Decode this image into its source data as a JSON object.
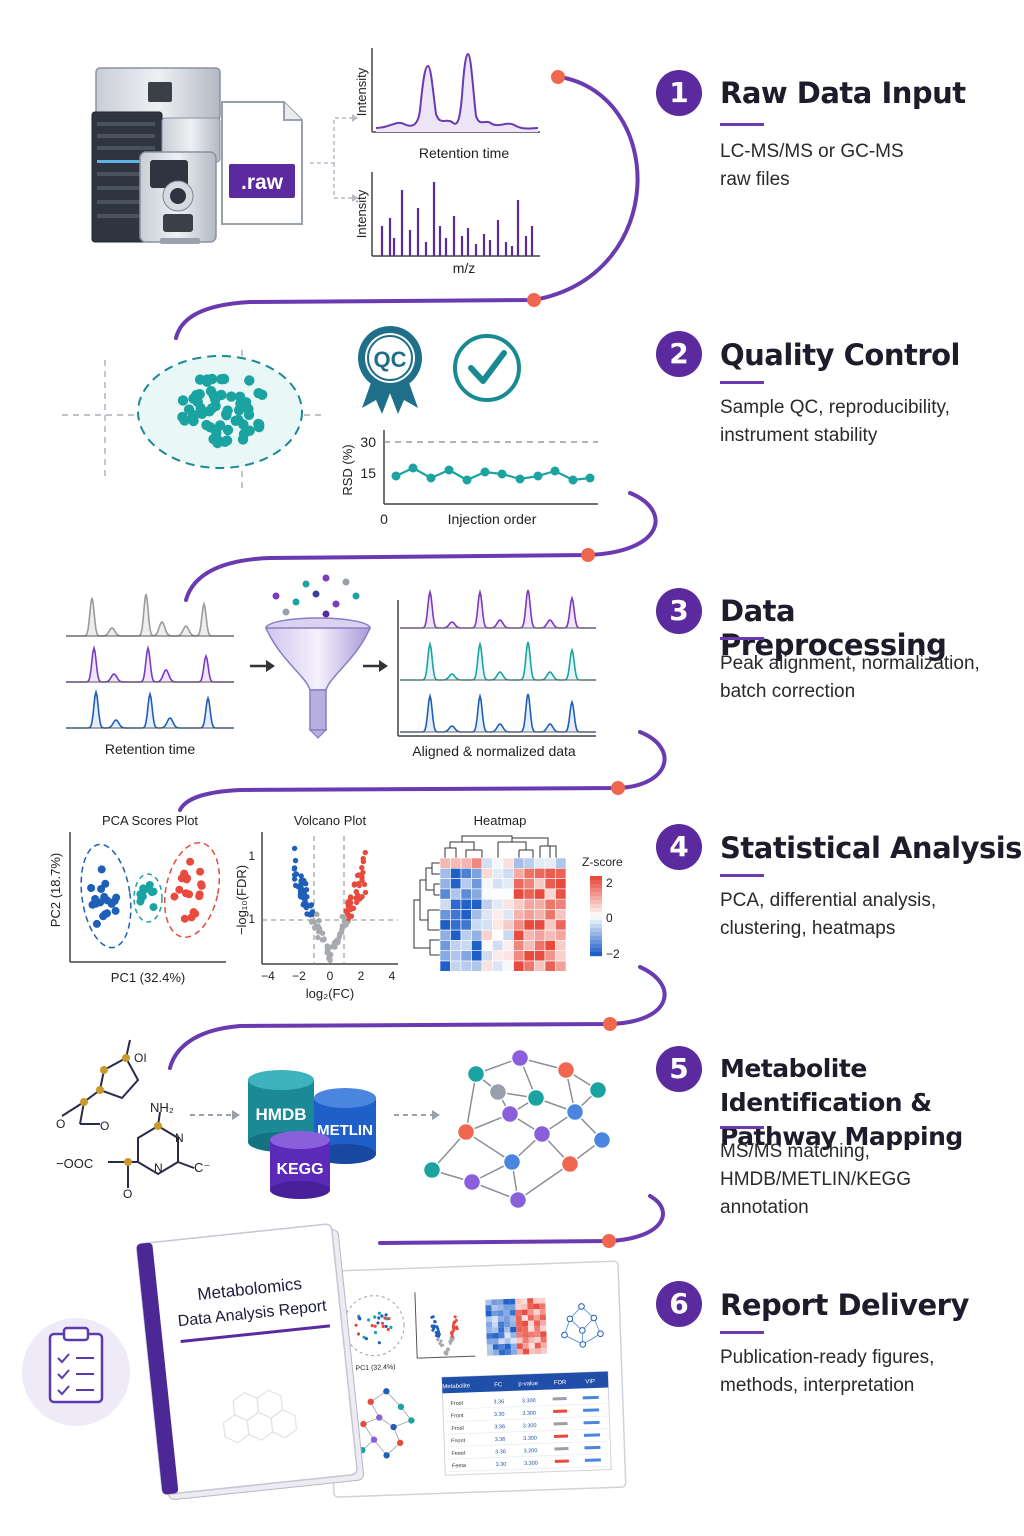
{
  "steps": [
    {
      "num": "1",
      "title": "Raw Data Input",
      "desc": "LC-MS/MS or GC-MS raw files"
    },
    {
      "num": "2",
      "title": "Quality Control",
      "desc": "Sample QC, reproducibility, instrument stability"
    },
    {
      "num": "3",
      "title": "Data Preprocessing",
      "desc": "Peak alignment, normalization, batch correction"
    },
    {
      "num": "4",
      "title": "Statistical Analysis",
      "desc": "PCA, differential analysis, clustering, heatmaps"
    },
    {
      "num": "5",
      "title": "Metabolite Identification & Pathway Mapping",
      "desc": "MS/MS matching, HMDB/METLIN/KEGG annotation"
    },
    {
      "num": "6",
      "title": "Report Delivery",
      "desc": "Publication-ready figures, methods, interpretation"
    }
  ],
  "raw": {
    "file_label": ".raw",
    "chromatogram_ylabel": "Intensity",
    "chromatogram_xlabel": "Retention time",
    "spectrum_ylabel": "Intensity",
    "spectrum_xlabel": "m/z"
  },
  "qc": {
    "badge_label": "QC",
    "rsd_ylabel": "RSD (%)",
    "rsd_xlabel": "Injection order",
    "tick_30": "30",
    "tick_15": "15",
    "tick_0": "0"
  },
  "preprocessing": {
    "left_label": "Retention time",
    "right_label": "Aligned & normalized data"
  },
  "stats": {
    "pca_title": "PCA Scores Plot",
    "pca_xlabel": "PC1 (32.4%)",
    "pca_ylabel": "PC2 (18.7%)",
    "volcano_title": "Volcano Plot",
    "volcano_xlabel": "log₂(FC)",
    "volcano_ylabel": "−log₁₀(FDR)",
    "volcano_xticks": [
      "−4",
      "−2",
      "0",
      "2",
      "4"
    ],
    "volcano_yticks": [
      "1",
      "1"
    ],
    "heatmap_title": "Heatmap",
    "zscore_label": "Z-score",
    "zscore_ticks": [
      "2",
      "0",
      "−2"
    ]
  },
  "identification": {
    "db_hmdb": "HMDB",
    "db_metlin": "METLIN",
    "db_kegg": "KEGG",
    "mol_nh2": "NH₂",
    "mol_ooc": "−OOC",
    "mol_n1": "N",
    "mol_n2": "N",
    "mol_c": "C⁻",
    "mol_o1": "O",
    "mol_o2": "O",
    "mol_o3": "O",
    "mol_oi": "OI"
  },
  "report": {
    "title_line1": "Metabolomics",
    "title_line2": "Data Analysis Report",
    "mini_pca_xlabel": "PC1 (32.4%)",
    "table_headers": [
      "Metabolite",
      "FC",
      "p-value",
      "FDR",
      "VIP"
    ],
    "table_rows": [
      [
        "Frost",
        "3.36",
        "3.300"
      ],
      [
        "Front",
        "3.30",
        "3.300"
      ],
      [
        "Frost",
        "3.36",
        "3.300"
      ],
      [
        "Fnont",
        "3.36",
        "3.300"
      ],
      [
        "Feeet",
        "3.36",
        "3.200"
      ],
      [
        "Feeta",
        "3.30",
        "3.300"
      ]
    ]
  },
  "colors": {
    "purple": "#5b2a9e",
    "accent_dot": "#f0674f",
    "teal": "#1aa3a0",
    "blue": "#1f5fb8",
    "red": "#e84a3c"
  }
}
